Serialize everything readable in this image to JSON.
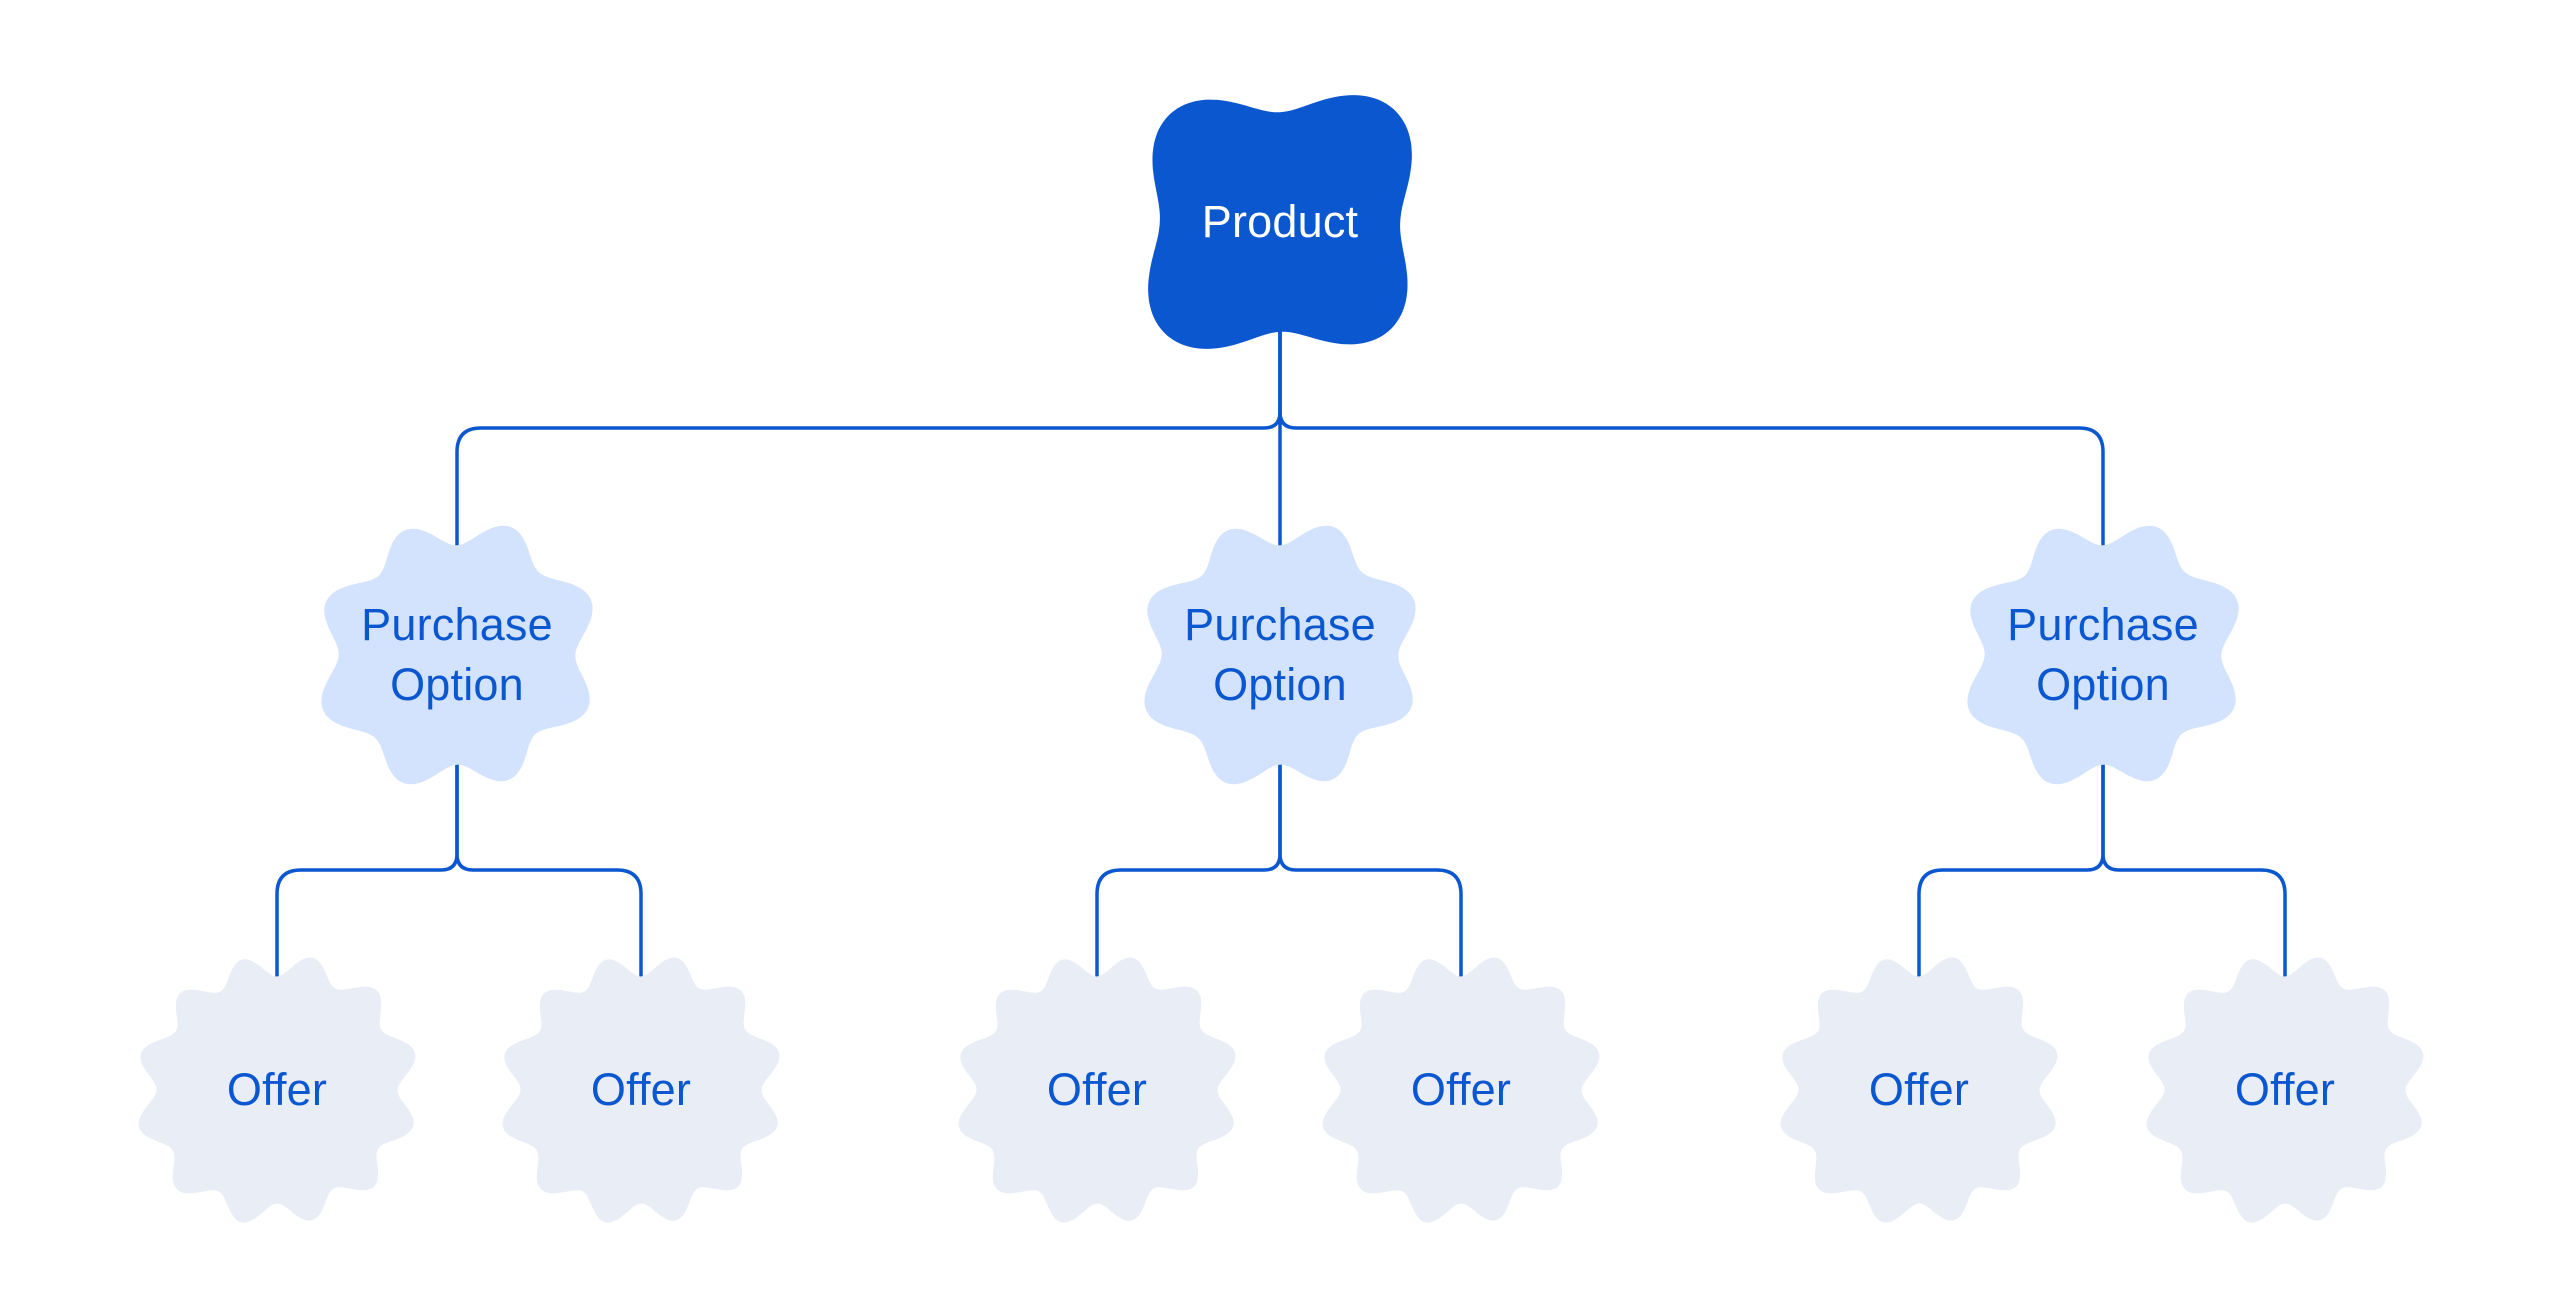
{
  "colors": {
    "background": "#ffffff",
    "primary_blue": "#0b57d0",
    "purchase_option_fill": "#d3e3fd",
    "offer_fill": "#e9edf6",
    "connector": "#0b57d0",
    "product_text": "#ffffff",
    "label_text": "#0b57d0"
  },
  "tree": {
    "root": {
      "label": "Product"
    },
    "purchase_options": [
      {
        "label": "Purchase Option",
        "offers": [
          {
            "label": "Offer"
          },
          {
            "label": "Offer"
          }
        ]
      },
      {
        "label": "Purchase Option",
        "offers": [
          {
            "label": "Offer"
          },
          {
            "label": "Offer"
          }
        ]
      },
      {
        "label": "Purchase Option",
        "offers": [
          {
            "label": "Offer"
          },
          {
            "label": "Offer"
          }
        ]
      }
    ]
  }
}
